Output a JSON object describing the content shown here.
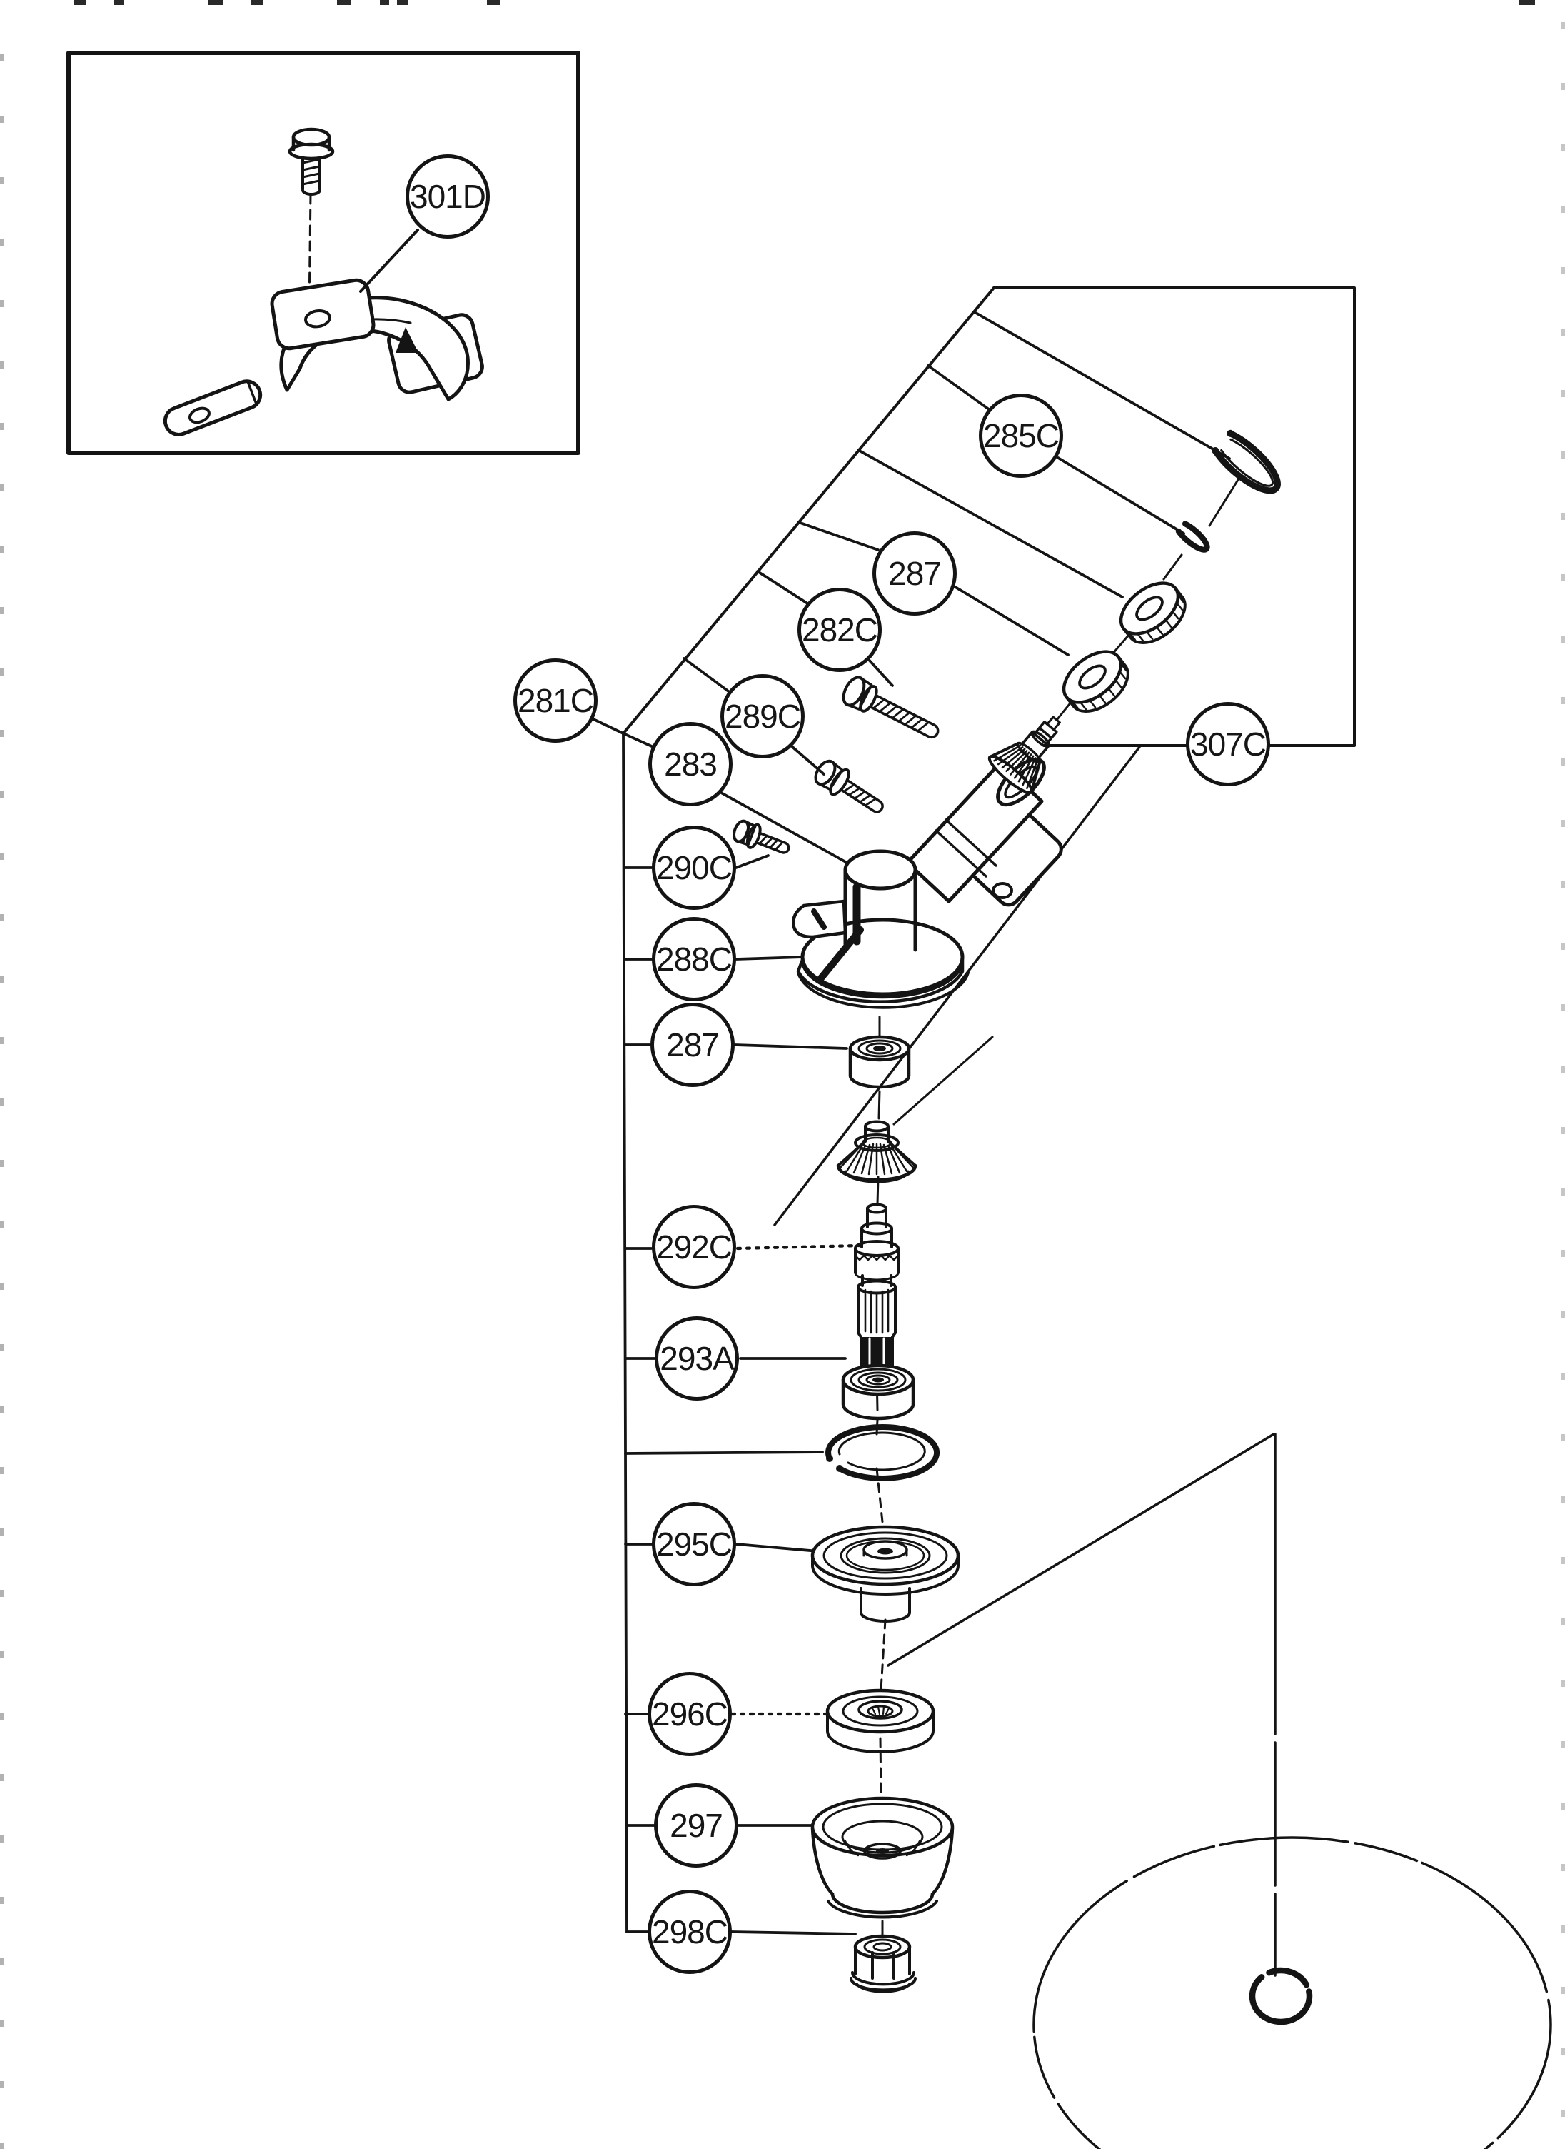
{
  "colors": {
    "line": "#141414",
    "background": "#ffffff"
  },
  "callouts": [
    {
      "id": "301D",
      "label": "301D"
    },
    {
      "id": "281C",
      "label": "281C"
    },
    {
      "id": "285C",
      "label": "285C"
    },
    {
      "id": "287-upper",
      "label": "287"
    },
    {
      "id": "282C",
      "label": "282C"
    },
    {
      "id": "289C",
      "label": "289C"
    },
    {
      "id": "283",
      "label": "283"
    },
    {
      "id": "307C",
      "label": "307C"
    },
    {
      "id": "290C",
      "label": "290C"
    },
    {
      "id": "288C",
      "label": "288C"
    },
    {
      "id": "287-lower",
      "label": "287"
    },
    {
      "id": "292C",
      "label": "292C"
    },
    {
      "id": "293A",
      "label": "293A"
    },
    {
      "id": "295C",
      "label": "295C"
    },
    {
      "id": "296C",
      "label": "296C"
    },
    {
      "id": "297",
      "label": "297"
    },
    {
      "id": "298C",
      "label": "298C"
    }
  ]
}
